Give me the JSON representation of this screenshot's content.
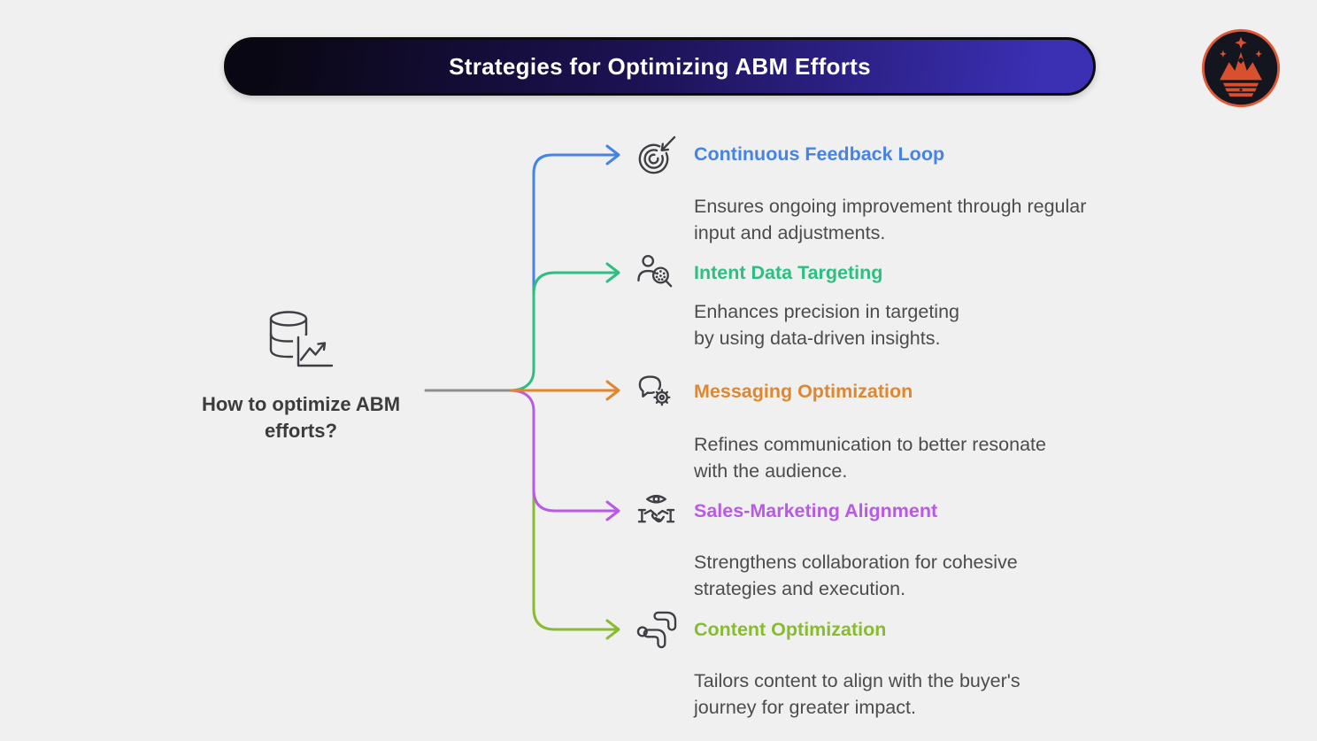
{
  "banner": {
    "title": "Strategies for Optimizing ABM Efforts",
    "background_left": "#0a0714",
    "background_right": "#3b2fb4"
  },
  "logo": {
    "name": "crown-mountain-logo",
    "background": "#14161f",
    "ring_color": "#e05a38",
    "crown_color": "#d8502e"
  },
  "root": {
    "icon": "database-chart-icon",
    "lines": [
      "How to optimize ABM",
      "efforts?"
    ]
  },
  "connectors": {
    "gray": "#8e8e8e"
  },
  "branches": [
    {
      "icon": "target-arrow-icon",
      "title": "Continuous Feedback Loop",
      "color": "#4583e6",
      "description_lines": [
        "Ensures ongoing improvement through regular",
        "input and adjustments."
      ]
    },
    {
      "icon": "person-search-icon",
      "title": "Intent Data Targeting",
      "color": "#2dbe81",
      "description_lines": [
        "Enhances precision in targeting",
        "by using data-driven insights."
      ]
    },
    {
      "icon": "chat-gear-icon",
      "title": "Messaging Optimization",
      "color": "#e0862e",
      "description_lines": [
        "Refines communication to better resonate",
        "with the audience."
      ]
    },
    {
      "icon": "handshake-eye-icon",
      "title": "Sales-Marketing Alignment",
      "color": "#ba58e8",
      "description_lines": [
        "Strengthens collaboration for cohesive",
        "strategies and execution."
      ]
    },
    {
      "icon": "content-flow-icon",
      "title": "Content Optimization",
      "color": "#87bc30",
      "description_lines": [
        "Tailors content to align with the buyer's",
        "journey for greater impact."
      ]
    }
  ]
}
